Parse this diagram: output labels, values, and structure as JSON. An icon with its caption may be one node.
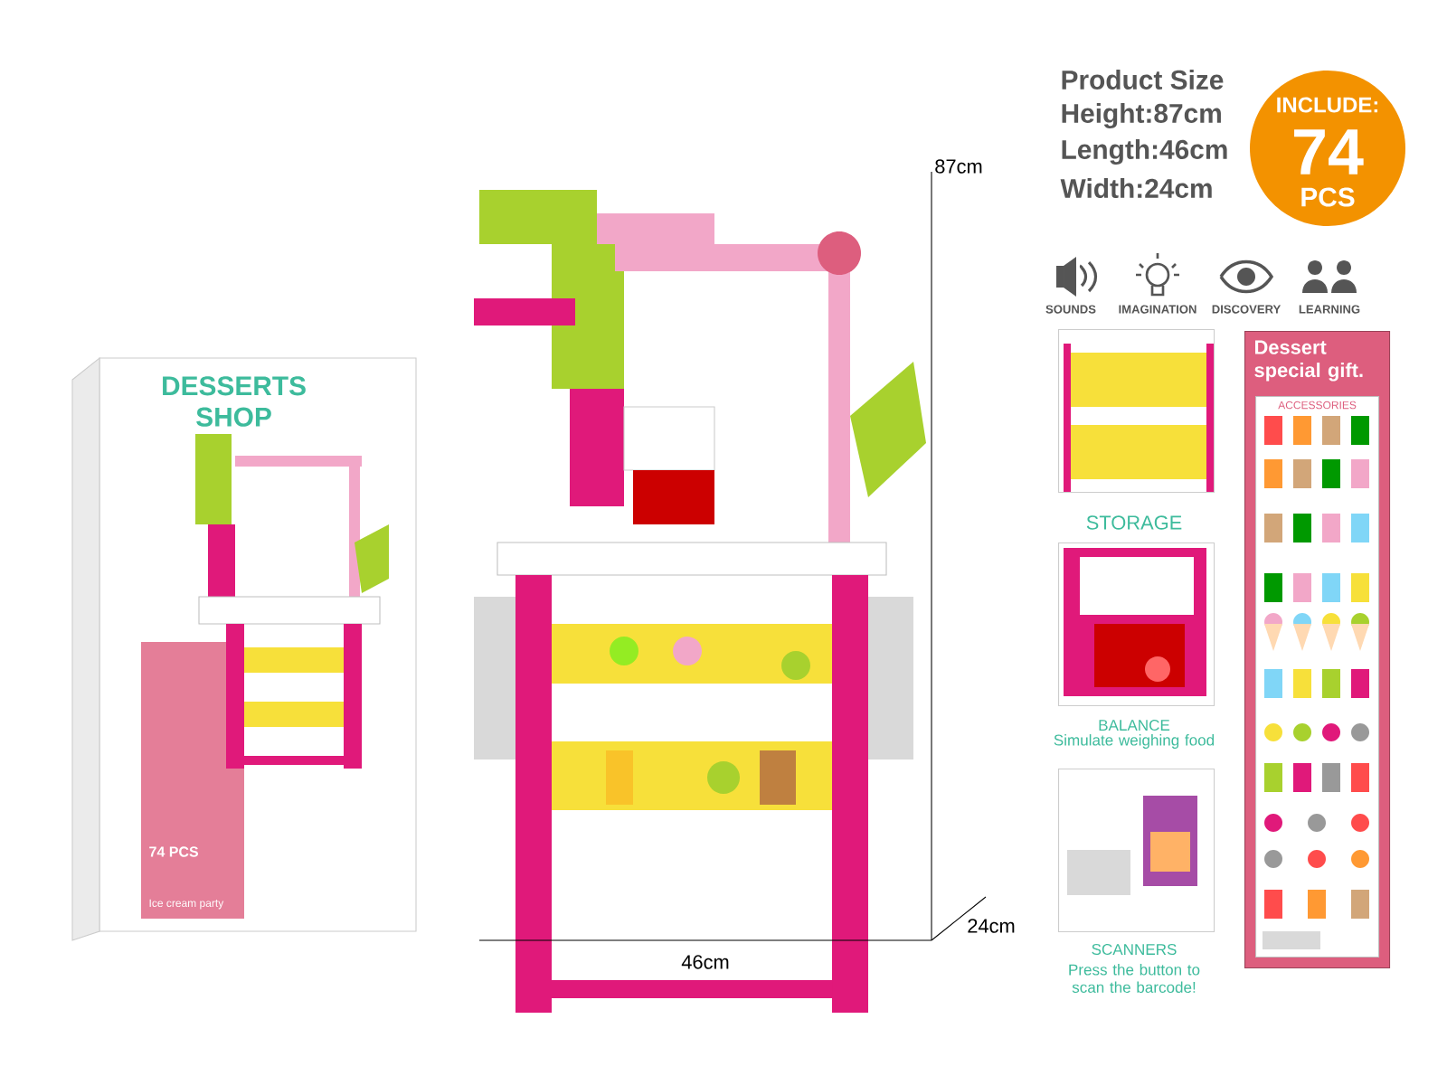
{
  "diagram": {
    "nodes": [
      {
        "text": [
          "INCLUDE:",
          "74",
          "PCS"
        ]
      },
      {
        "text": [
          "Dessert special gift."
        ]
      },
      {
        "text": [
          "ACCESSORIES"
        ],
        "in": 1
      },
      {
        "text": [],
        "shape": "picture",
        "beside": [
          "STORAGE"
        ]
      },
      {
        "text": [],
        "shape": "picture",
        "beside": [
          "BALANCE",
          "Simulate weighing food"
        ]
      },
      {
        "text": [],
        "shape": "picture",
        "beside": [
          "SCANNERS",
          "Press the button to scan the barcode!"
        ]
      }
    ],
    "labels": [
      "DESSERTS SHOP",
      "74 PCS",
      "Ice cream party",
      "87cm",
      "24cm",
      "46cm",
      "Product Size",
      "Height:87cm",
      "Length:46cm",
      "Width:24cm",
      "SOUNDS",
      "IMAGINATION",
      "DISCOVERY",
      "LEARNING"
    ]
  }
}
